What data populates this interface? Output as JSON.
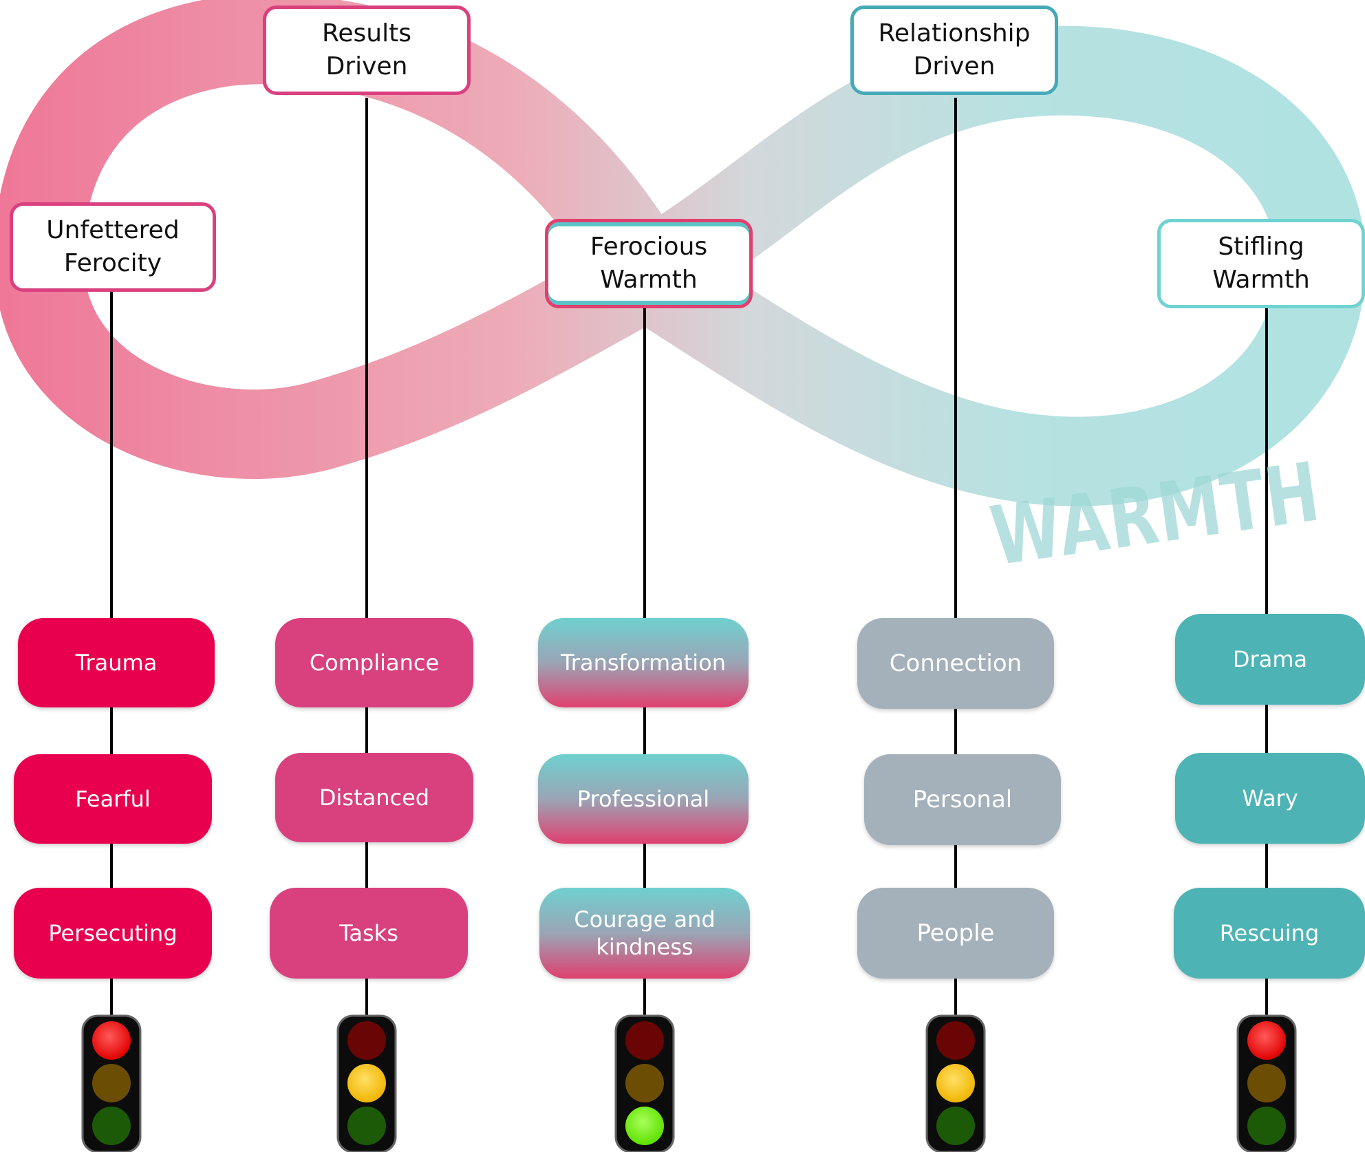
{
  "colors": {
    "pink": "#e0457b",
    "teal": "#4fb3b5",
    "red": "#e8004f",
    "rose": "#d9407e",
    "grey": "#a4b1bb",
    "tealpill": "#4db3b4"
  },
  "watermark": "WARMTH",
  "headers": {
    "unfettered": "Unfettered\nFerocity",
    "results": "Results\nDriven",
    "ferocious": "Ferocious\nWarmth",
    "relationship": "Relationship\nDriven",
    "stifling": "Stifling\nWarmth"
  },
  "columns": {
    "unfettered": [
      "Trauma",
      "Fearful",
      "Persecuting"
    ],
    "results": [
      "Compliance",
      "Distanced",
      "Tasks"
    ],
    "ferocious": [
      "Transformation",
      "Professional",
      "Courage and\nkindness"
    ],
    "relationship": [
      "Connection",
      "Personal",
      "People"
    ],
    "stifling": [
      "Drama",
      "Wary",
      "Rescuing"
    ]
  },
  "traffic_lights": {
    "unfettered": "red",
    "results": "amber",
    "ferocious": "green",
    "relationship": "amber",
    "stifling": "red"
  }
}
